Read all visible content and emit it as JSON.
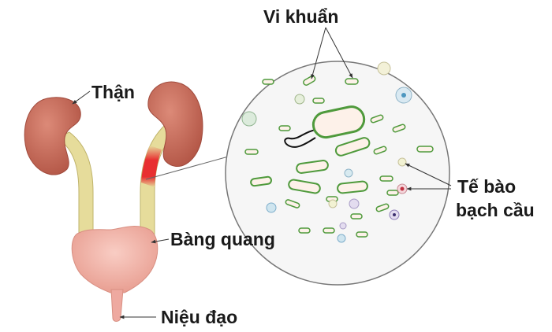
{
  "labels": {
    "kidney": "Thận",
    "bacteria": "Vi khuẩn",
    "bladder": "Bàng quang",
    "urethra": "Niệu đạo",
    "wbc_line1": "Tế bào",
    "wbc_line2": "bạch cầu"
  },
  "colors": {
    "kidney": "#c9705f",
    "ureter": "#e6dc9b",
    "bladder": "#f1b1a6",
    "inflammation": "#e8262b",
    "bacteria_outline": "#4f9a3c",
    "bacteria_fill": "#fdf1e9",
    "magnifier_fill": "#f6f6f6",
    "magnifier_border": "#777777"
  }
}
